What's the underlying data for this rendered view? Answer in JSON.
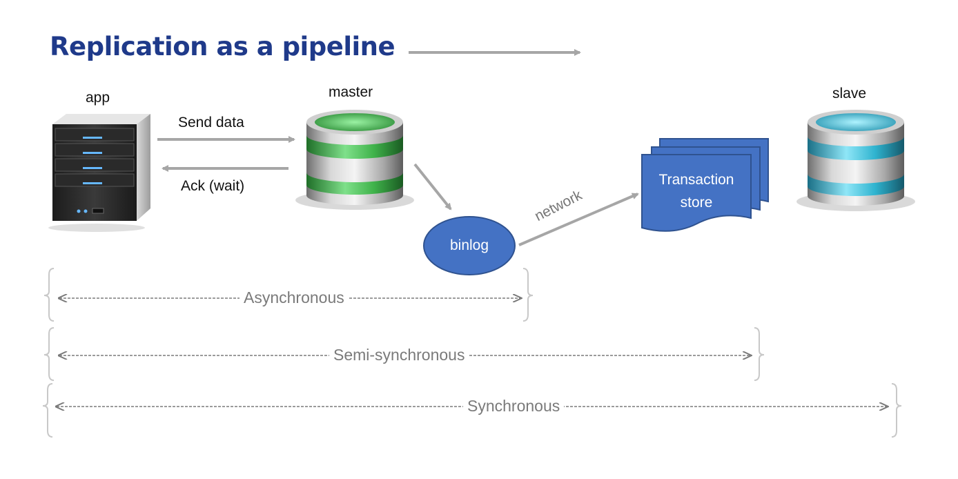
{
  "title": "Replication as a pipeline",
  "nodes": {
    "app": "app",
    "master": "master",
    "slave": "slave",
    "binlog": "binlog",
    "transaction_store_line1": "Transaction",
    "transaction_store_line2": "store"
  },
  "edges": {
    "send_data": "Send data",
    "ack": "Ack (wait)",
    "network": "network"
  },
  "ranges": {
    "asynchronous": "Asynchronous",
    "semi_synchronous": "Semi-synchronous",
    "synchronous": "Synchronous"
  },
  "colors": {
    "title": "#1f3a8a",
    "node_blue": "#4472c4",
    "arrow_gray": "#a6a6a6",
    "master_accent": "#3fb24a",
    "slave_accent": "#2fb3cf",
    "range_gray": "#7a7a7a"
  }
}
